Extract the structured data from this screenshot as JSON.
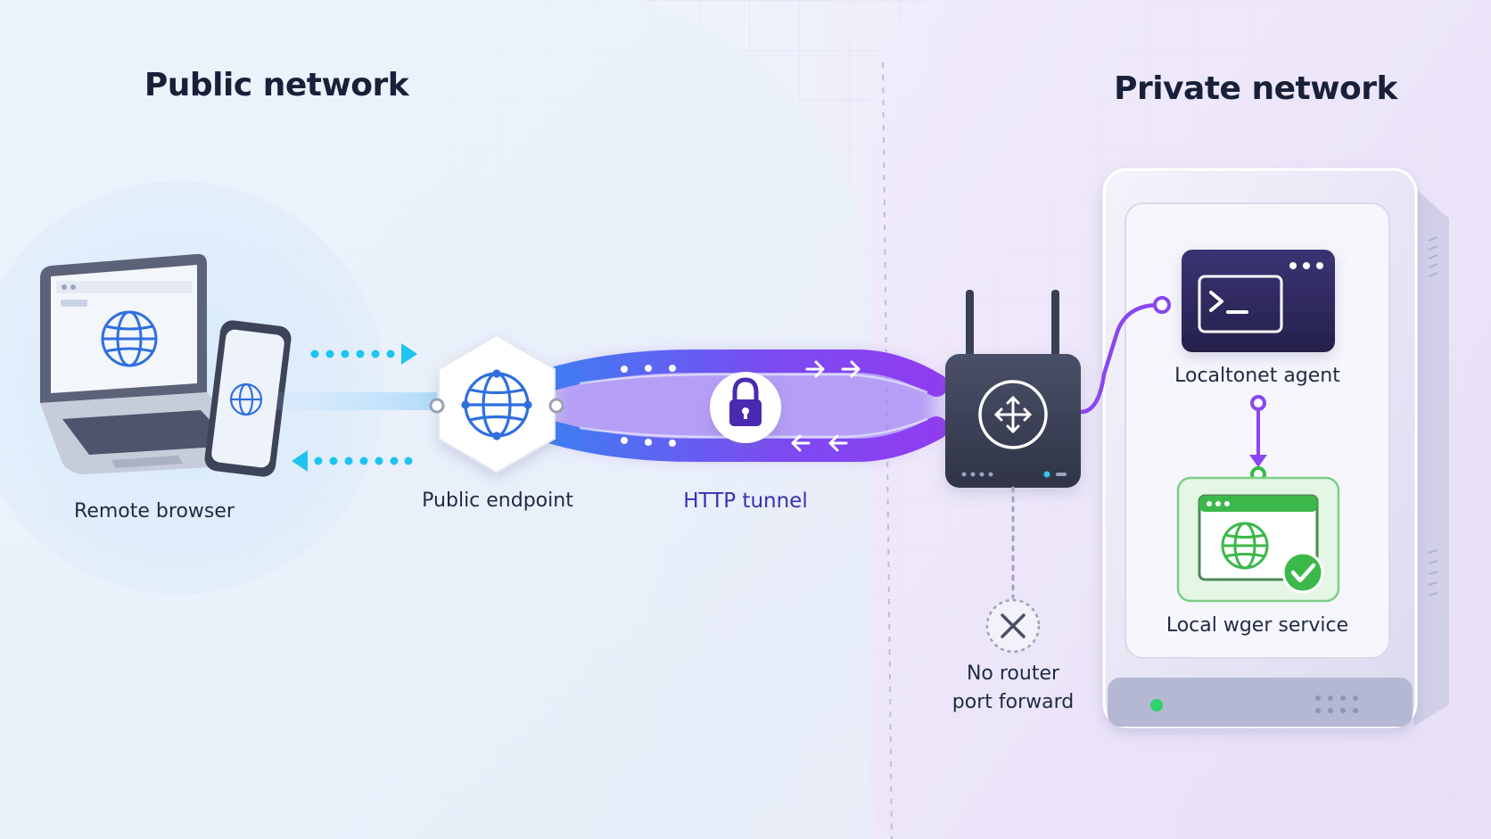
{
  "regions": {
    "public_title": "Public network",
    "private_title": "Private network"
  },
  "nodes": {
    "remote_browser": "Remote browser",
    "public_endpoint": "Public endpoint",
    "http_tunnel": "HTTP tunnel",
    "router_note_line1": "No router",
    "router_note_line2": "port forward",
    "agent": "Localtonet agent",
    "service": "Local wger service"
  },
  "colors": {
    "tunnel_blue": "#3a6cf0",
    "tunnel_purple": "#8a3cf0",
    "cyan_arrows": "#1ec3f0",
    "router_body": "#3c4258",
    "agent_panel": "#2e2a5e",
    "service_green": "#3cb84a",
    "globe_blue": "#2f6fe0"
  }
}
